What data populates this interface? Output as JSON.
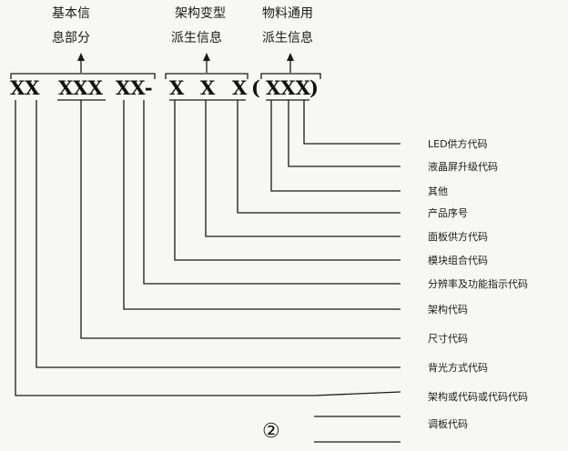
{
  "headers": [
    {
      "line1": "基本信",
      "line2": "息部分"
    },
    {
      "line1": "架构变型",
      "line2": "派生信息"
    },
    {
      "line1": "物料通用",
      "line2": "派生信息"
    }
  ],
  "code_parts": [
    "XX",
    "XXX",
    "XX-",
    "X",
    "X",
    "X",
    "(",
    "XXX",
    ")"
  ],
  "fields": [
    "LED供方代码",
    "液晶屏升级代码",
    "其他",
    "产品序号",
    "面板供方代码",
    "模块组合代码",
    "分辨率及功能指示代码",
    "架构代码",
    "尺寸代码",
    "背光方式代码",
    "架构或代码或代码代码",
    "调板代码"
  ],
  "figure_number": "②"
}
